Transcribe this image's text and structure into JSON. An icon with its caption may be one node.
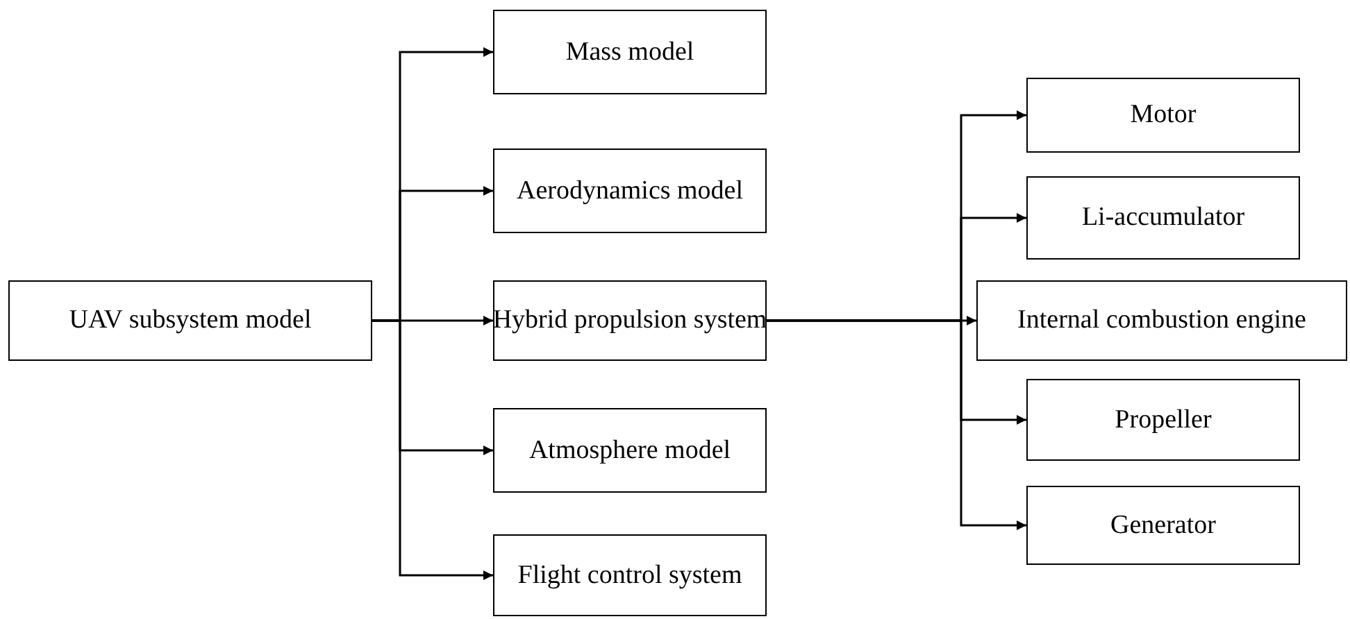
{
  "diagram": {
    "nodes": [
      {
        "text": [
          "UAV subsystem model"
        ]
      },
      {
        "text": [
          "Mass model"
        ]
      },
      {
        "text": [
          "Aerodynamics model"
        ]
      },
      {
        "text": [
          "Hybrid propulsion system"
        ]
      },
      {
        "text": [
          "Atmosphere model"
        ]
      },
      {
        "text": [
          "Flight control system"
        ]
      },
      {
        "text": [
          "Motor"
        ]
      },
      {
        "text": [
          "Li-accumulator"
        ]
      },
      {
        "text": [
          "Internal combustion engine"
        ]
      },
      {
        "text": [
          "Propeller"
        ]
      },
      {
        "text": [
          "Generator"
        ]
      }
    ],
    "edges": [
      {
        "from": 0,
        "to": 1,
        "arrow": "to"
      },
      {
        "from": 0,
        "to": 2,
        "arrow": "to"
      },
      {
        "from": 0,
        "to": 3,
        "arrow": "to"
      },
      {
        "from": 0,
        "to": 4,
        "arrow": "to"
      },
      {
        "from": 0,
        "to": 5,
        "arrow": "to"
      },
      {
        "from": 3,
        "to": 6,
        "arrow": "to"
      },
      {
        "from": 3,
        "to": 7,
        "arrow": "to"
      },
      {
        "from": 3,
        "to": 8,
        "arrow": "to"
      },
      {
        "from": 3,
        "to": 9,
        "arrow": "to"
      },
      {
        "from": 3,
        "to": 10,
        "arrow": "to"
      }
    ]
  }
}
